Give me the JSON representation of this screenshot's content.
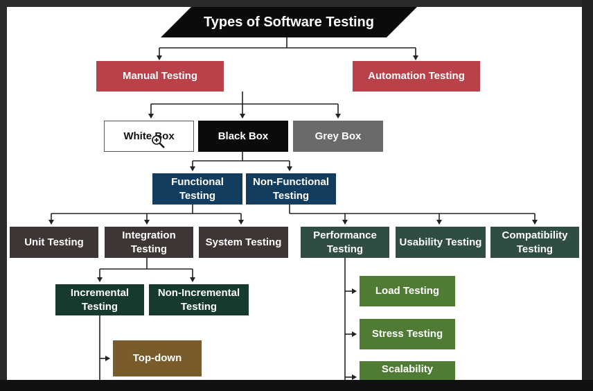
{
  "diagram": {
    "title": "Types of Software Testing",
    "manual": "Manual Testing",
    "automation": "Automation Testing",
    "white_box": "White Box",
    "black_box": "Black Box",
    "grey_box": "Grey Box",
    "functional": [
      "Functional",
      "Testing"
    ],
    "non_functional": [
      "Non-Functional",
      "Testing"
    ],
    "unit": "Unit Testing",
    "integration": [
      "Integration",
      "Testing"
    ],
    "system": "System Testing",
    "performance": [
      "Performance",
      "Testing"
    ],
    "usability": "Usability Testing",
    "compatibility": [
      "Compatibility",
      "Testing"
    ],
    "incremental": [
      "Incremental",
      "Testing"
    ],
    "non_incremental": [
      "Non-Incremental",
      "Testing"
    ],
    "load": "Load Testing",
    "stress": "Stress Testing",
    "scalability": "Scalability",
    "top_down": "Top-down"
  },
  "icons": {
    "cursor": "zoom-in-cursor-icon"
  },
  "colors": {
    "title_bg": "#0b0b0b",
    "red": "#b8414a",
    "navy": "#133d5e",
    "brown": "#3e3535",
    "teal": "#2f4d44",
    "dark_green": "#163a2f",
    "green": "#4f7b34",
    "olive": "#7a5c2c",
    "grey": "#6a6a6a"
  }
}
